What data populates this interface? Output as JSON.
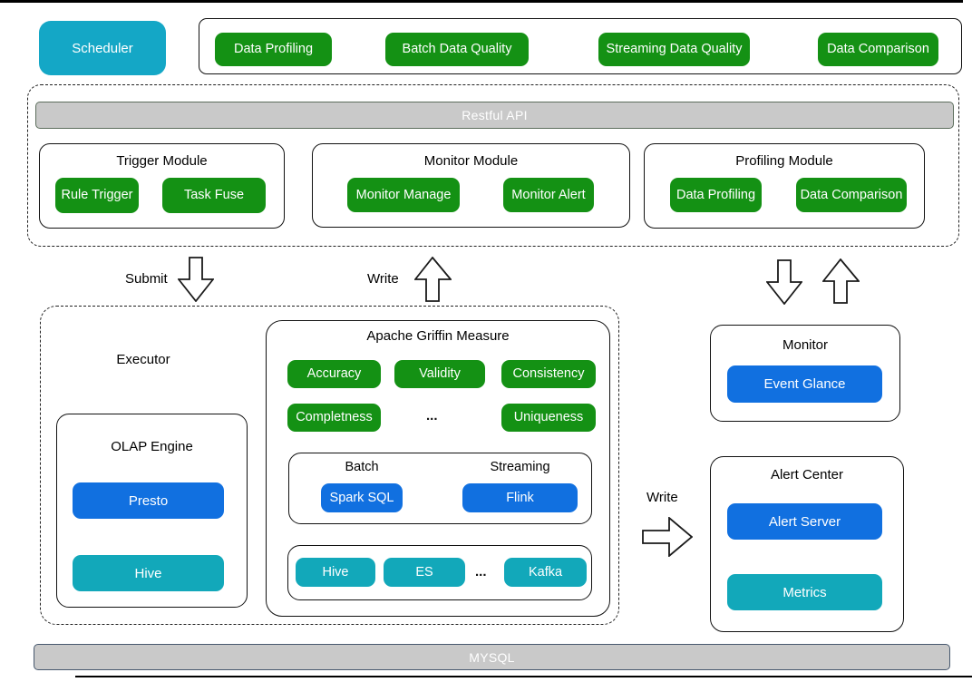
{
  "colors": {
    "node_green": "#149114",
    "node_blue": "#1170e0",
    "node_teal": "#12a8ba",
    "scheduler_teal": "#14a7c6",
    "gray_bar": "#c9c9c9"
  },
  "scheduler_label": "Scheduler",
  "api_bar": {
    "buttons": [
      "Data Profiling",
      "Batch Data Quality",
      "Streaming Data Quality",
      "Data Comparison"
    ]
  },
  "service_layer": {
    "restful_api_label": "Restful API",
    "modules": {
      "trigger": {
        "title": "Trigger Module",
        "buttons": [
          "Rule Trigger",
          "Task Fuse"
        ]
      },
      "monitor": {
        "title": "Monitor Module",
        "buttons": [
          "Monitor Manage",
          "Monitor Alert"
        ]
      },
      "profiling": {
        "title": "Profiling Module",
        "buttons": [
          "Data Profiling",
          "Data Comparison"
        ]
      }
    }
  },
  "flow_labels": {
    "submit": "Submit",
    "write_up": "Write",
    "write_right": "Write"
  },
  "executor": {
    "title": "Executor",
    "olap_engine": {
      "title": "OLAP Engine",
      "nodes": [
        "Presto",
        "Hive"
      ]
    },
    "measure": {
      "title": "Apache Griffin Measure",
      "dimensions_row1": [
        "Accuracy",
        "Validity",
        "Consistency"
      ],
      "dimensions_row2": [
        "Completness",
        "...",
        "Uniqueness"
      ],
      "engines": {
        "batch_label": "Batch",
        "streaming_label": "Streaming",
        "batch_engine": "Spark SQL",
        "streaming_engine": "Flink"
      },
      "sinks": [
        "Hive",
        "ES",
        "...",
        "Kafka"
      ]
    }
  },
  "monitor_panel": {
    "title": "Monitor",
    "node": "Event Glance"
  },
  "alert_center": {
    "title": "Alert Center",
    "nodes": [
      "Alert Server",
      "Metrics"
    ]
  },
  "storage_label": "MYSQL"
}
